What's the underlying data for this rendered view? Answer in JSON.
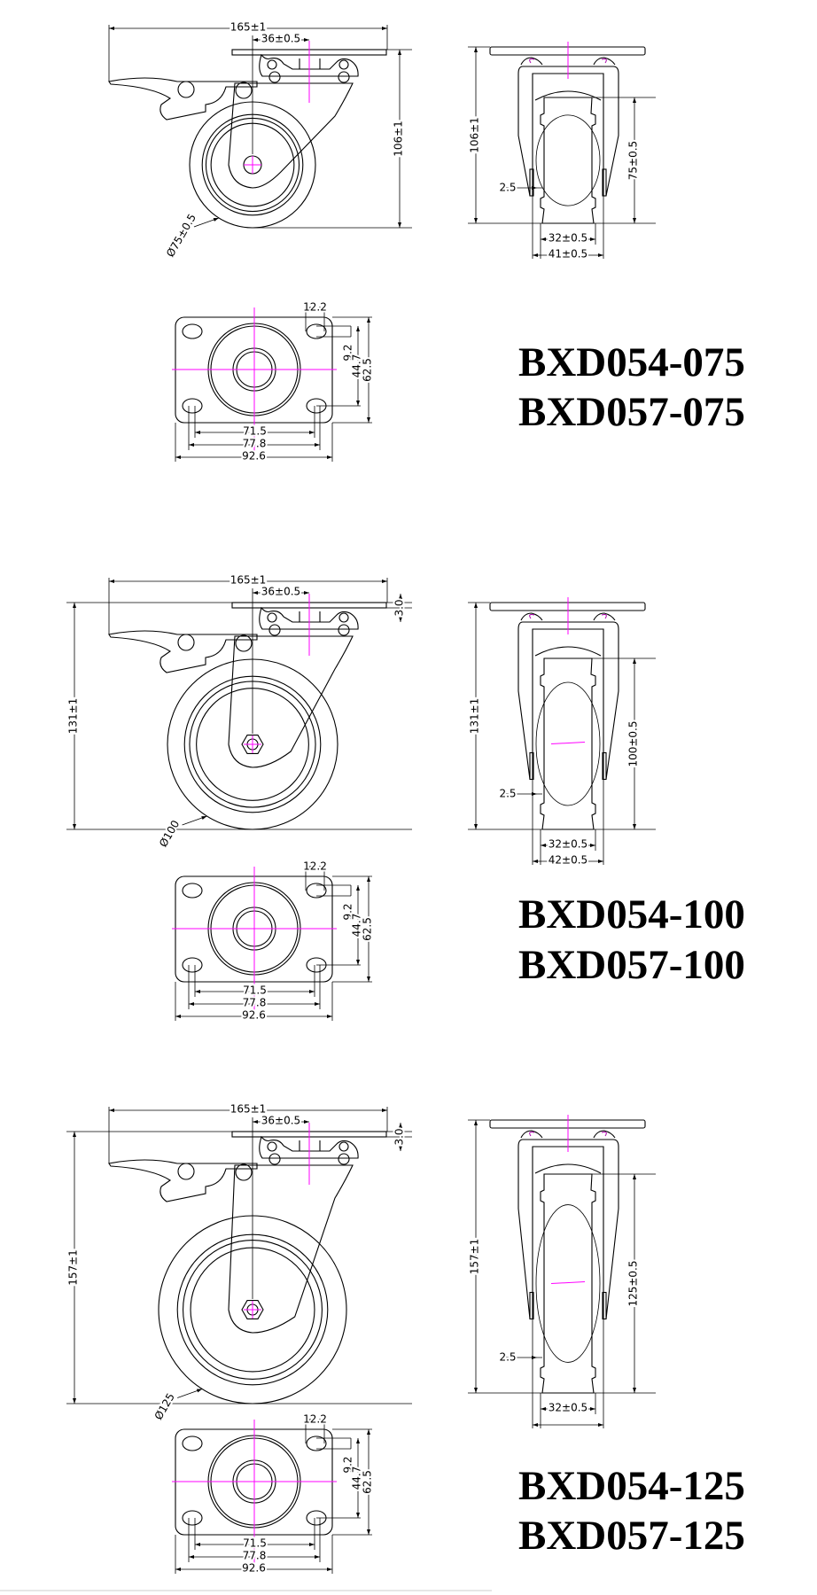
{
  "colors": {
    "line": "#000000",
    "centerline": "#ff00ff",
    "background": "#ffffff"
  },
  "models": [
    {
      "titles": [
        "BXD054-075",
        "BXD057-075"
      ],
      "side": {
        "overall_length": "165±1",
        "offset": "36±0.5",
        "plate_thickness": "",
        "height": "106±1",
        "wheel_diameter": "Ø75±0.5"
      },
      "front": {
        "height": "106±1",
        "wheel_diameter": "75±0.5",
        "tread": "2.5",
        "wheel_width": "32±0.5",
        "fork_width": "41±0.5"
      },
      "plate": {
        "slot": "12.2",
        "slot_offset": "9.2",
        "hole_spacing_y": "44.7",
        "plate_width": "62.5",
        "hole_spacing_x": "71.5",
        "slot_spacing_x": "77.8",
        "plate_length": "92.6"
      }
    },
    {
      "titles": [
        "BXD054-100",
        "BXD057-100"
      ],
      "side": {
        "overall_length": "165±1",
        "offset": "36±0.5",
        "plate_thickness": "3.0",
        "height": "131±1",
        "wheel_diameter": "Ø100"
      },
      "front": {
        "height": "131±1",
        "wheel_diameter": "100±0.5",
        "tread": "2.5",
        "wheel_width": "32±0.5",
        "fork_width": "42±0.5"
      },
      "plate": {
        "slot": "12.2",
        "slot_offset": "9.2",
        "hole_spacing_y": "44.7",
        "plate_width": "62.5",
        "hole_spacing_x": "71.5",
        "slot_spacing_x": "77.8",
        "plate_length": "92.6"
      }
    },
    {
      "titles": [
        "BXD054-125",
        "BXD057-125"
      ],
      "side": {
        "overall_length": "165±1",
        "offset": "36±0.5",
        "plate_thickness": "3.0",
        "height": "157±1",
        "wheel_diameter": "Ø125"
      },
      "front": {
        "height": "157±1",
        "wheel_diameter": "125±0.5",
        "tread": "2.5",
        "wheel_width": "32±0.5",
        "fork_width": ""
      },
      "plate": {
        "slot": "12.2",
        "slot_offset": "9.2",
        "hole_spacing_y": "44.7",
        "plate_width": "62.5",
        "hole_spacing_x": "71.5",
        "slot_spacing_x": "77.8",
        "plate_length": "92.6"
      }
    }
  ]
}
